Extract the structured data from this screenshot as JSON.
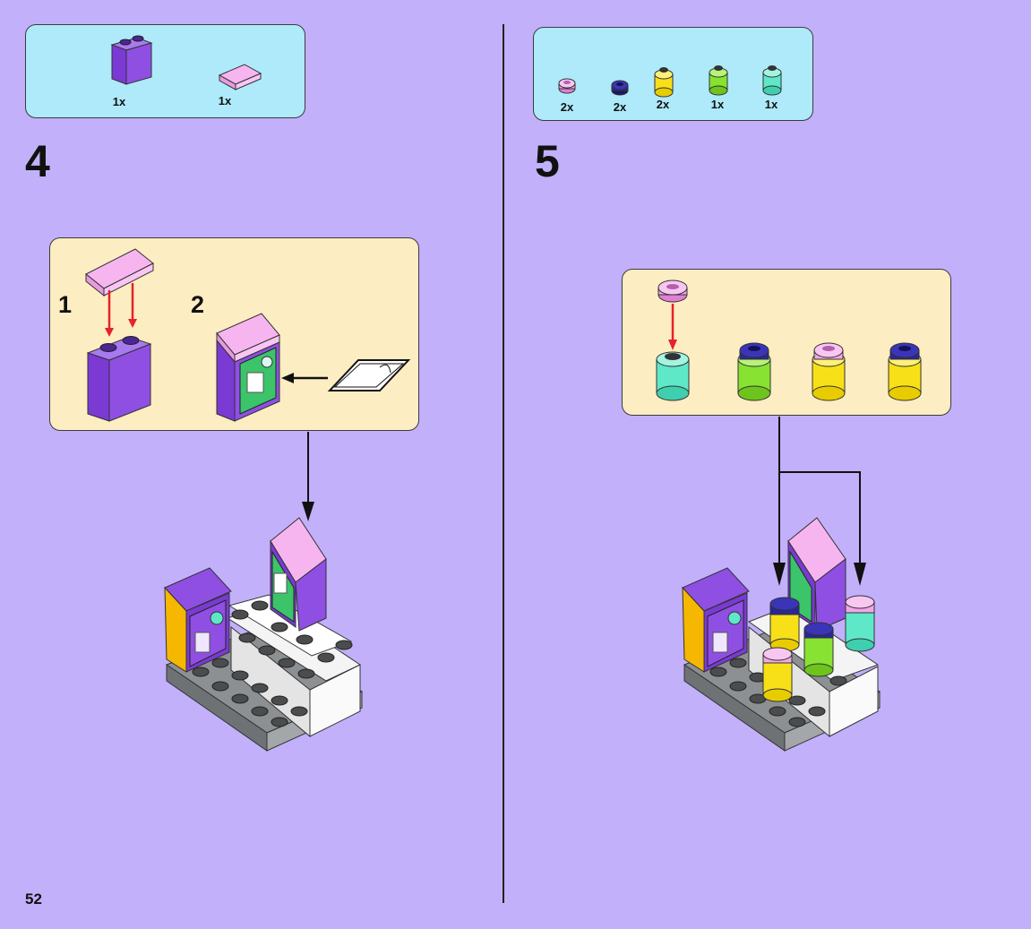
{
  "page_number": "52",
  "steps": [
    {
      "number": "4",
      "parts": [
        {
          "icon": "purple-brick-1x2x2-icon",
          "qty": "1x",
          "color": "#8f4fe3"
        },
        {
          "icon": "pink-slope-tile-icon",
          "qty": "1x",
          "color": "#f7b5f0"
        }
      ],
      "substeps": [
        "1",
        "2"
      ]
    },
    {
      "number": "5",
      "parts": [
        {
          "icon": "pink-round-plate-icon",
          "qty": "2x",
          "color": "#f2a7e8"
        },
        {
          "icon": "dark-blue-round-plate-icon",
          "qty": "2x",
          "color": "#2a2699"
        },
        {
          "icon": "yellow-round-brick-icon",
          "qty": "2x",
          "color": "#f7e017"
        },
        {
          "icon": "lime-round-brick-icon",
          "qty": "1x",
          "color": "#88e231"
        },
        {
          "icon": "aqua-round-brick-icon",
          "qty": "1x",
          "color": "#5fe8c8"
        }
      ]
    }
  ],
  "colors": {
    "background": "#c2b0fb",
    "parts_box": "#aeeaf9",
    "substep_box": "#fdedc2",
    "arrow_red": "#e5222a"
  }
}
